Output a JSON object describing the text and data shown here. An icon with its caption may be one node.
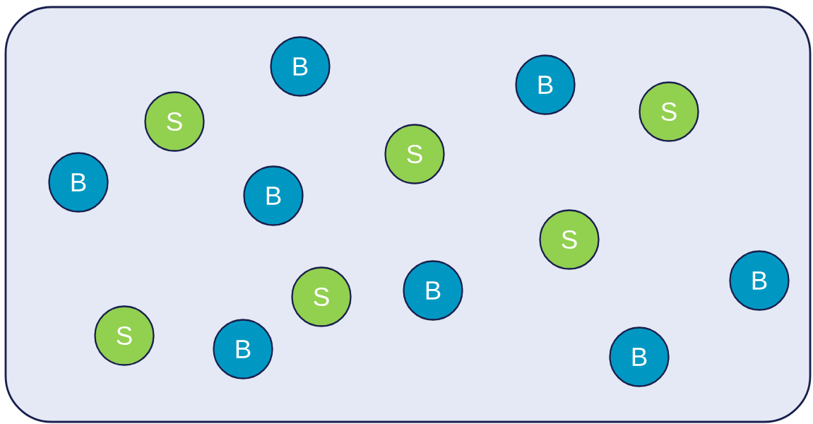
{
  "diagram": {
    "nodes": [
      {
        "text": [],
        "shape": "box"
      },
      {
        "text": [
          "B"
        ],
        "in": 0
      },
      {
        "text": [
          "B"
        ],
        "in": 0
      },
      {
        "text": [
          "S"
        ],
        "in": 0
      },
      {
        "text": [
          "S"
        ],
        "in": 0
      },
      {
        "text": [
          "S"
        ],
        "in": 0
      },
      {
        "text": [
          "B"
        ],
        "in": 0
      },
      {
        "text": [
          "B"
        ],
        "in": 0
      },
      {
        "text": [
          "S"
        ],
        "in": 0
      },
      {
        "text": [
          "B"
        ],
        "in": 0
      },
      {
        "text": [
          "B"
        ],
        "in": 0
      },
      {
        "text": [
          "S"
        ],
        "in": 0
      },
      {
        "text": [
          "S"
        ],
        "in": 0
      },
      {
        "text": [
          "B"
        ],
        "in": 0
      },
      {
        "text": [
          "B"
        ],
        "in": 0
      }
    ]
  }
}
